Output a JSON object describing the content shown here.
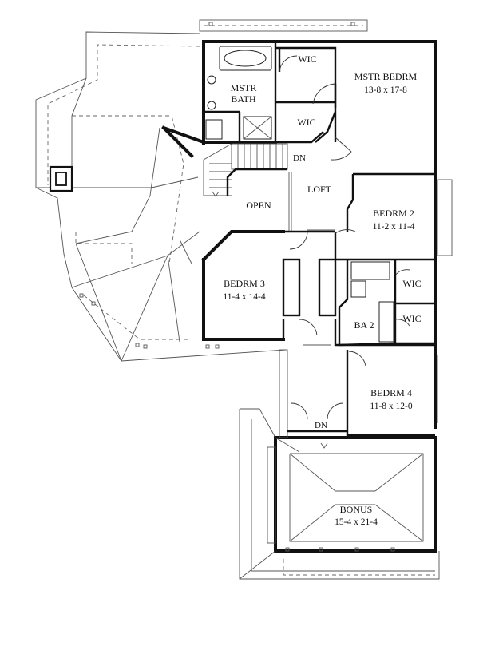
{
  "rooms": {
    "mstr_bedrm": {
      "name": "MSTR BEDRM",
      "dim": "13-8 x 17-8"
    },
    "mstr_bath": {
      "line1": "MSTR",
      "line2": "BATH"
    },
    "wic_master_top": "WIC",
    "wic_master_bottom": "WIC",
    "loft": "LOFT",
    "open": "OPEN",
    "bedrm2": {
      "name": "BEDRM 2",
      "dim": "11-2 x 11-4"
    },
    "wic_bed2": "WIC",
    "bedrm3": {
      "name": "BEDRM 3",
      "dim": "11-4 x 14-4"
    },
    "ba2": "BA 2",
    "wic_bed4": "WIC",
    "bedrm4": {
      "name": "BEDRM 4",
      "dim": "11-8 x 12-0"
    },
    "bonus": {
      "name": "BONUS",
      "dim": "15-4 x 21-4"
    }
  },
  "stairs": {
    "down_top": "DN",
    "down_bonus": "DN"
  }
}
